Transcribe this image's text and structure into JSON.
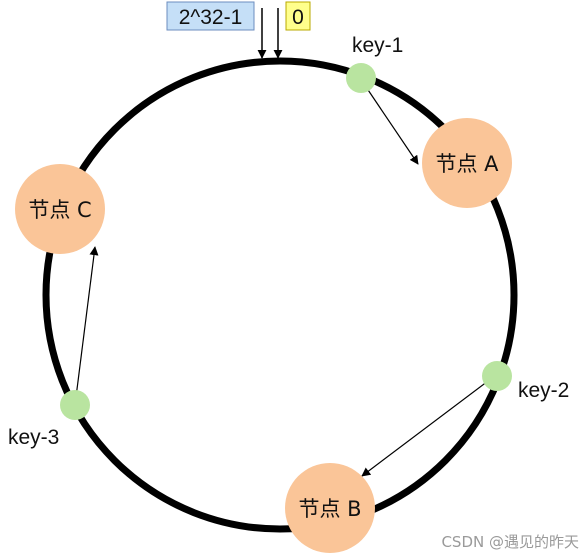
{
  "ring_labels": {
    "max_value": "2^32-1",
    "zero": "0"
  },
  "nodes": {
    "a": "节点 A",
    "b": "节点 B",
    "c": "节点 C"
  },
  "keys": {
    "key1": "key-1",
    "key2": "key-2",
    "key3": "key-3"
  },
  "watermark": "CSDN @遇见的昨天",
  "colors": {
    "ring": "#000000",
    "node_fill": "#fac598",
    "key_fill": "#b9e4a0",
    "max_box_fill": "#c5dff7",
    "max_box_stroke": "#6c8ebf",
    "zero_box_fill": "#ffff8c",
    "zero_box_stroke": "#b9a800"
  }
}
